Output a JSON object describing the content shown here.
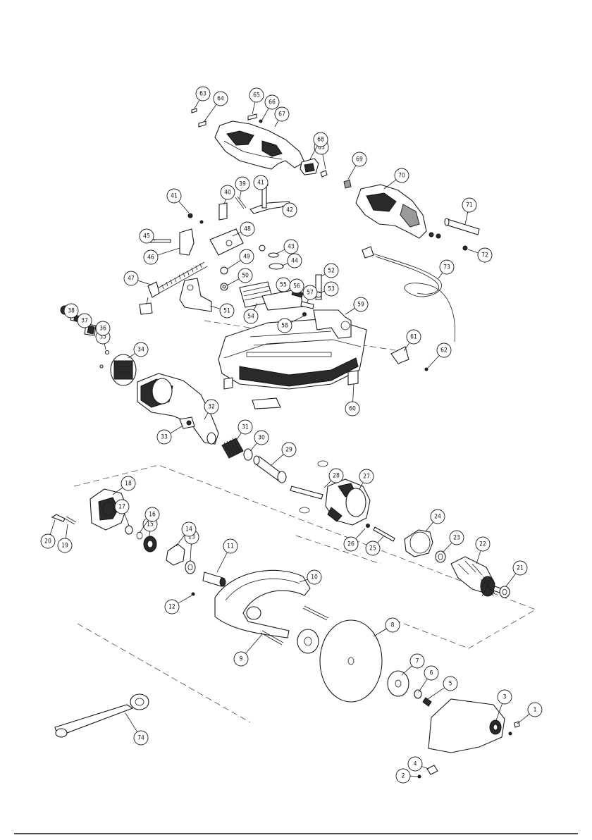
{
  "callouts": [
    {
      "n": "1"
    },
    {
      "n": "2"
    },
    {
      "n": "3"
    },
    {
      "n": "4"
    },
    {
      "n": "5"
    },
    {
      "n": "6"
    },
    {
      "n": "7"
    },
    {
      "n": "8"
    },
    {
      "n": "9"
    },
    {
      "n": "10"
    },
    {
      "n": "11"
    },
    {
      "n": "12"
    },
    {
      "n": "13"
    },
    {
      "n": "14"
    },
    {
      "n": "15"
    },
    {
      "n": "16"
    },
    {
      "n": "17"
    },
    {
      "n": "18"
    },
    {
      "n": "19"
    },
    {
      "n": "20"
    },
    {
      "n": "21"
    },
    {
      "n": "22"
    },
    {
      "n": "23"
    },
    {
      "n": "24"
    },
    {
      "n": "25"
    },
    {
      "n": "26"
    },
    {
      "n": "27"
    },
    {
      "n": "28"
    },
    {
      "n": "29"
    },
    {
      "n": "30"
    },
    {
      "n": "31"
    },
    {
      "n": "32"
    },
    {
      "n": "33"
    },
    {
      "n": "34"
    },
    {
      "n": "35"
    },
    {
      "n": "36"
    },
    {
      "n": "37"
    },
    {
      "n": "38"
    },
    {
      "n": "39"
    },
    {
      "n": "40"
    },
    {
      "n": "41"
    },
    {
      "n": "41"
    },
    {
      "n": "42"
    },
    {
      "n": "43"
    },
    {
      "n": "44"
    },
    {
      "n": "45"
    },
    {
      "n": "46"
    },
    {
      "n": "47"
    },
    {
      "n": "48"
    },
    {
      "n": "49"
    },
    {
      "n": "50"
    },
    {
      "n": "51"
    },
    {
      "n": "52"
    },
    {
      "n": "53"
    },
    {
      "n": "54"
    },
    {
      "n": "55"
    },
    {
      "n": "56"
    },
    {
      "n": "57"
    },
    {
      "n": "58"
    },
    {
      "n": "59"
    },
    {
      "n": "60"
    },
    {
      "n": "61"
    },
    {
      "n": "62"
    },
    {
      "n": "63"
    },
    {
      "n": "63"
    },
    {
      "n": "64"
    },
    {
      "n": "65"
    },
    {
      "n": "66"
    },
    {
      "n": "67"
    },
    {
      "n": "68"
    },
    {
      "n": "69"
    },
    {
      "n": "70"
    },
    {
      "n": "71"
    },
    {
      "n": "72"
    },
    {
      "n": "73"
    },
    {
      "n": "74"
    }
  ]
}
